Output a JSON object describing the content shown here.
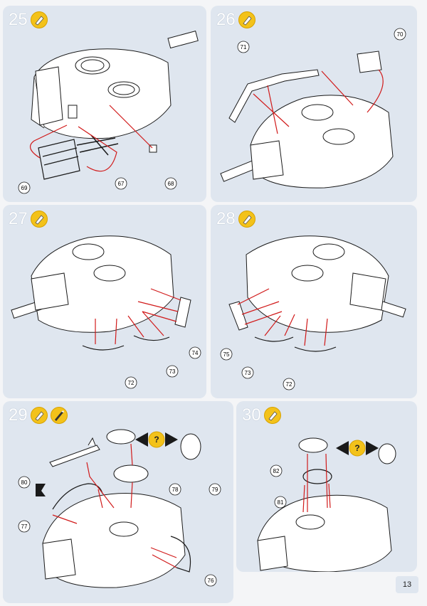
{
  "colors": {
    "panel_bg": "#dfe6ef",
    "arrow_red": "#d11a1a",
    "glue_yellow": "#f3c21a",
    "outline": "#1a1a1a"
  },
  "page_number": "13",
  "steps": [
    {
      "number": "25",
      "badge": "glue-icon",
      "parts": [
        "69",
        "67",
        "68"
      ]
    },
    {
      "number": "26",
      "badge": "glue-icon",
      "parts": [
        "71",
        "70"
      ]
    },
    {
      "number": "27",
      "badge": "glue-icon",
      "parts": [
        "74",
        "73",
        "72"
      ]
    },
    {
      "number": "28",
      "badge": "glue-icon",
      "parts": [
        "75",
        "73",
        "72"
      ]
    },
    {
      "number": "29",
      "badge": "glue-icon",
      "badge2": "paint-brush-icon",
      "parts": [
        "80",
        "77",
        "78",
        "79",
        "76"
      ],
      "question": "?"
    },
    {
      "number": "30",
      "badge": "glue-icon",
      "parts": [
        "82",
        "81"
      ],
      "question": "?"
    }
  ]
}
